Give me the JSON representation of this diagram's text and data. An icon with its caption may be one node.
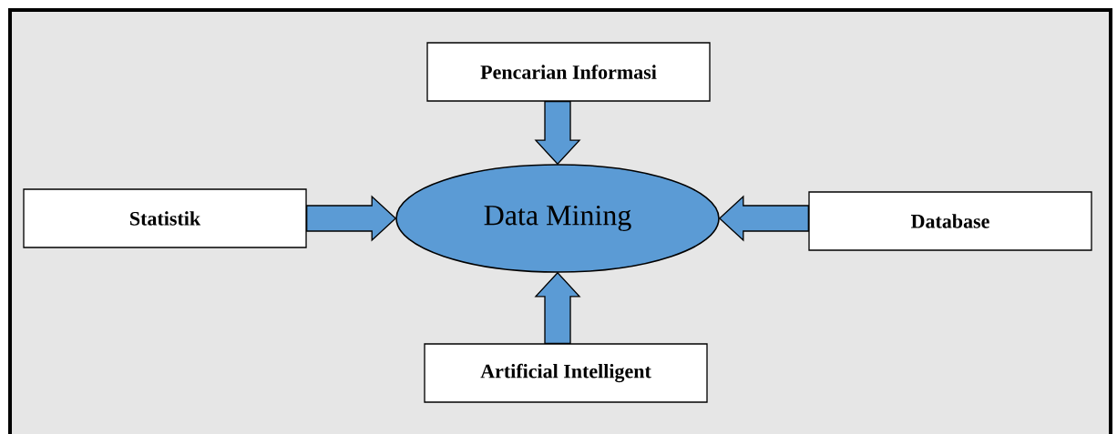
{
  "diagram": {
    "nodes": [
      {
        "text": [
          "Pencarian Informasi"
        ]
      },
      {
        "text": [
          "Statistik"
        ]
      },
      {
        "text": [
          "Data Mining"
        ]
      },
      {
        "text": [
          "Database"
        ]
      },
      {
        "text": [
          "Artificial Intelligent"
        ]
      }
    ],
    "edges": [
      {
        "from": 0,
        "to": 2,
        "arrow": "to"
      },
      {
        "from": 1,
        "to": 2,
        "arrow": "to"
      },
      {
        "from": 3,
        "to": 2,
        "arrow": "to"
      },
      {
        "from": 4,
        "to": 2,
        "arrow": "to"
      }
    ]
  }
}
